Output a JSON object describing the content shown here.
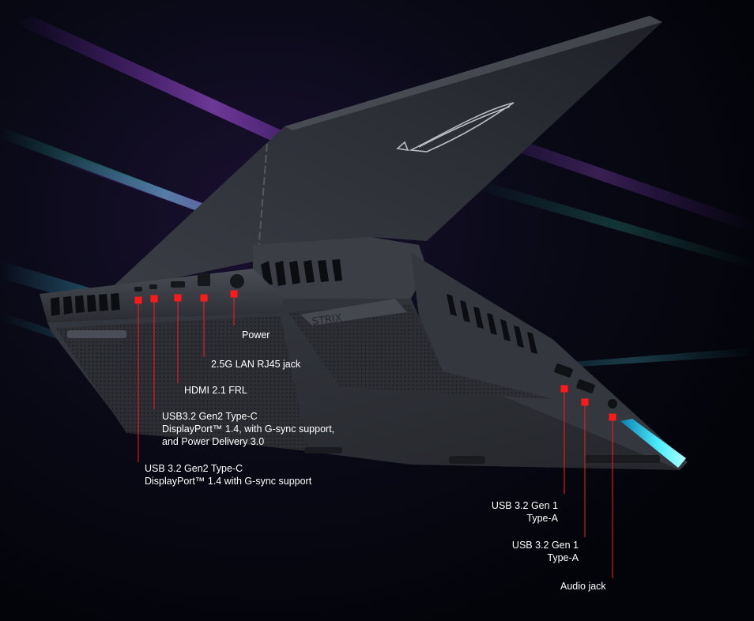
{
  "colors": {
    "background": "#05060b",
    "marker": "#ff1a1a",
    "accent_cyan": "#3fe6ff",
    "accent_violet": "#b040ff",
    "label_text": "#ffffff"
  },
  "product_image": {
    "logo_icon": "rog-eye-icon",
    "lid_text": "",
    "bottom_panel_text": "STRIX"
  },
  "ports": [
    {
      "id": "power",
      "lines": [
        "Power"
      ]
    },
    {
      "id": "lan",
      "lines": [
        "2.5G LAN RJ45 jack"
      ]
    },
    {
      "id": "hdmi",
      "lines": [
        "HDMI 2.1 FRL"
      ]
    },
    {
      "id": "usbc1",
      "lines": [
        "USB3.2 Gen2 Type-C",
        "DisplayPort™ 1.4, with G-sync support,",
        "and Power Delivery 3.0"
      ]
    },
    {
      "id": "usbc2",
      "lines": [
        "USB 3.2 Gen2 Type-C",
        "DisplayPort™ 1.4 with G-sync support"
      ]
    },
    {
      "id": "usba1",
      "lines": [
        "USB 3.2 Gen 1",
        "Type-A"
      ]
    },
    {
      "id": "usba2",
      "lines": [
        "USB 3.2 Gen 1",
        "Type-A"
      ]
    },
    {
      "id": "audio",
      "lines": [
        "Audio jack"
      ]
    }
  ]
}
